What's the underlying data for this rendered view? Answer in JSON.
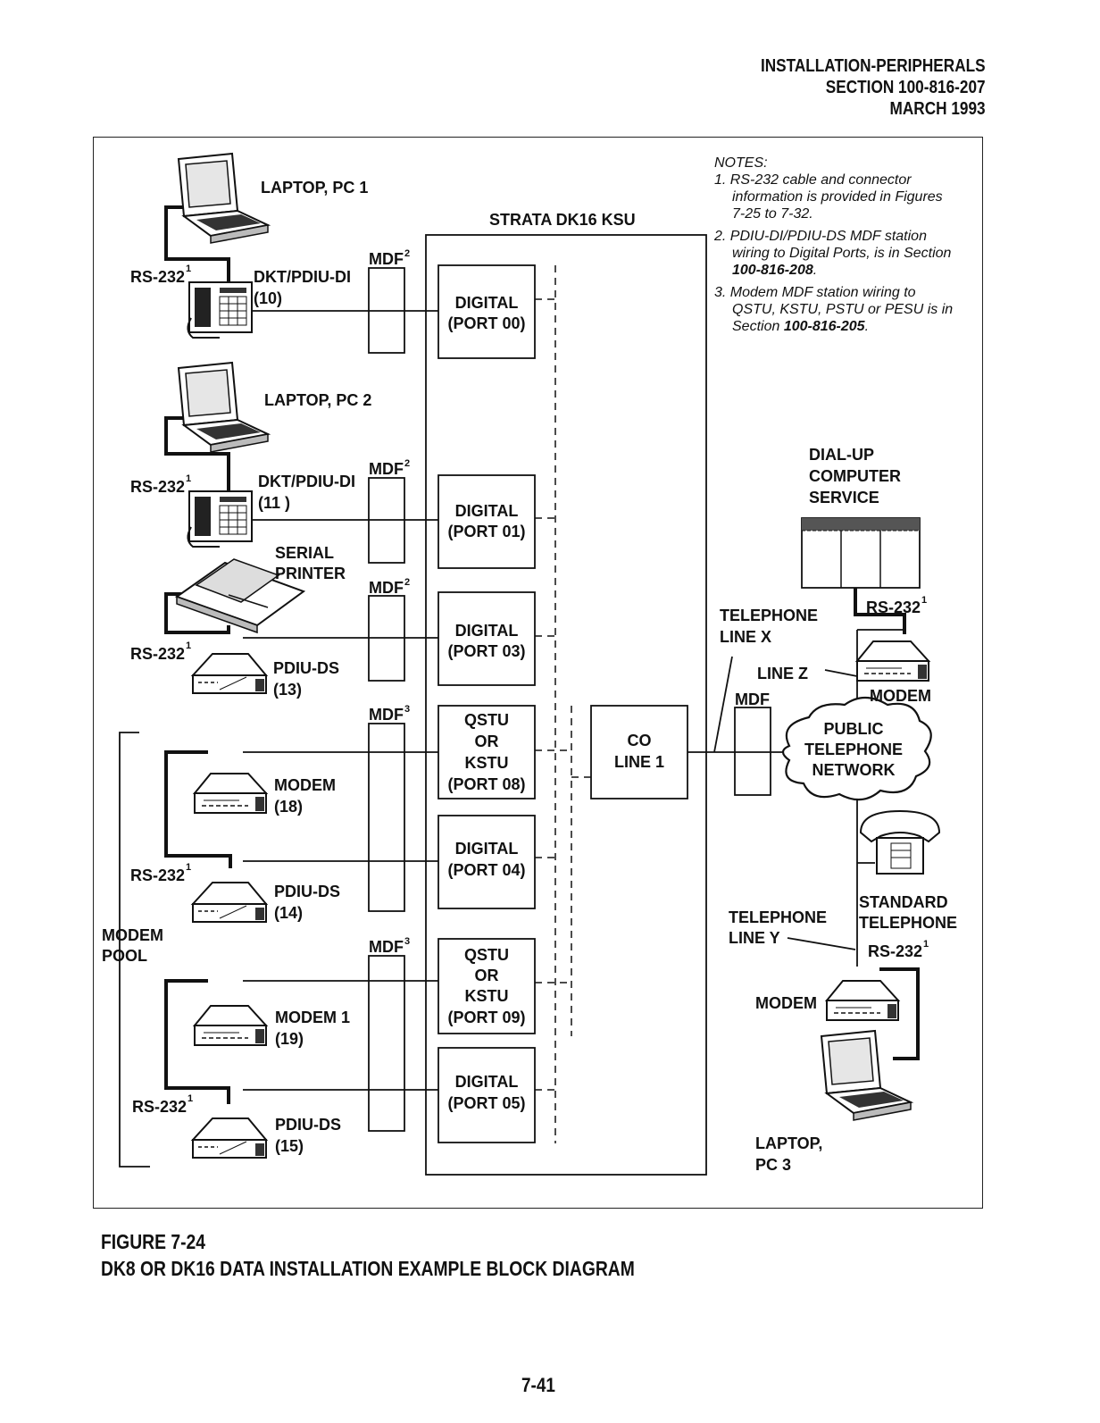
{
  "header": {
    "line1": "INSTALLATION-PERIPHERALS",
    "line2": "SECTION 100-816-207",
    "line3": "MARCH 1993"
  },
  "notes": {
    "title": "NOTES:",
    "n1_num": "1.",
    "n1_text": "RS-232 cable and connector information is provided in Figures 7-25 to 7-32.",
    "n2_num": "2.",
    "n2_text": "PDIU-DI/PDIU-DS MDF station wiring to Digital Ports, is in Section ",
    "n2_ref": "100-816-208",
    "n3_num": "3.",
    "n3_text": "Modem MDF station wiring to QSTU, KSTU, PSTU or PESU is in Section ",
    "n3_ref": "100-816-205"
  },
  "ksu": {
    "title": "STRATA DK16 KSU",
    "ports": [
      {
        "l1": "DIGITAL",
        "l2": "(PORT 00)"
      },
      {
        "l1": "DIGITAL",
        "l2": "(PORT 01)"
      },
      {
        "l1": "DIGITAL",
        "l2": "(PORT 03)"
      },
      {
        "l1": "QSTU",
        "l2": "OR",
        "l3": "KSTU",
        "l4": "(PORT 08)"
      },
      {
        "l1": "DIGITAL",
        "l2": "(PORT 04)"
      },
      {
        "l1": "QSTU",
        "l2": "OR",
        "l3": "KSTU",
        "l4": "(PORT 09)"
      },
      {
        "l1": "DIGITAL",
        "l2": "(PORT 05)"
      }
    ],
    "co_l1": "CO",
    "co_l2": "LINE 1"
  },
  "labels": {
    "laptop1": "LAPTOP, PC 1",
    "laptop2": "LAPTOP, PC 2",
    "rs232": "RS-232",
    "sup1": "1",
    "sup2": "2",
    "sup3": "3",
    "mdf": "MDF",
    "dkt": "DKT/PDIU-DI",
    "dkt1_num": "(10)",
    "dkt2_num": "(11 )",
    "serial1": "SERIAL",
    "serial2": "PRINTER",
    "pdiuds": "PDIU-DS",
    "n13": "(13)",
    "n14": "(14)",
    "n15": "(15)",
    "modem": "MODEM",
    "n18": "(18)",
    "modem1": "MODEM 1",
    "n19": "(19)",
    "pool1": "MODEM",
    "pool2": "POOL",
    "dial1": "DIAL-UP",
    "dial2": "COMPUTER",
    "dial3": "SERVICE",
    "telx1": "TELEPHONE",
    "telx2": "LINE X",
    "linez": "LINE Z",
    "pub1": "PUBLIC",
    "pub2": "TELEPHONE",
    "pub3": "NETWORK",
    "std1": "STANDARD",
    "std2": "TELEPHONE",
    "tely1": "TELEPHONE",
    "tely2": "LINE Y",
    "laptop3a": "LAPTOP,",
    "laptop3b": "PC 3"
  },
  "figure": {
    "num": "FIGURE 7-24",
    "title": "DK8 OR DK16 DATA INSTALLATION EXAMPLE BLOCK DIAGRAM"
  },
  "page_number": "7-41"
}
